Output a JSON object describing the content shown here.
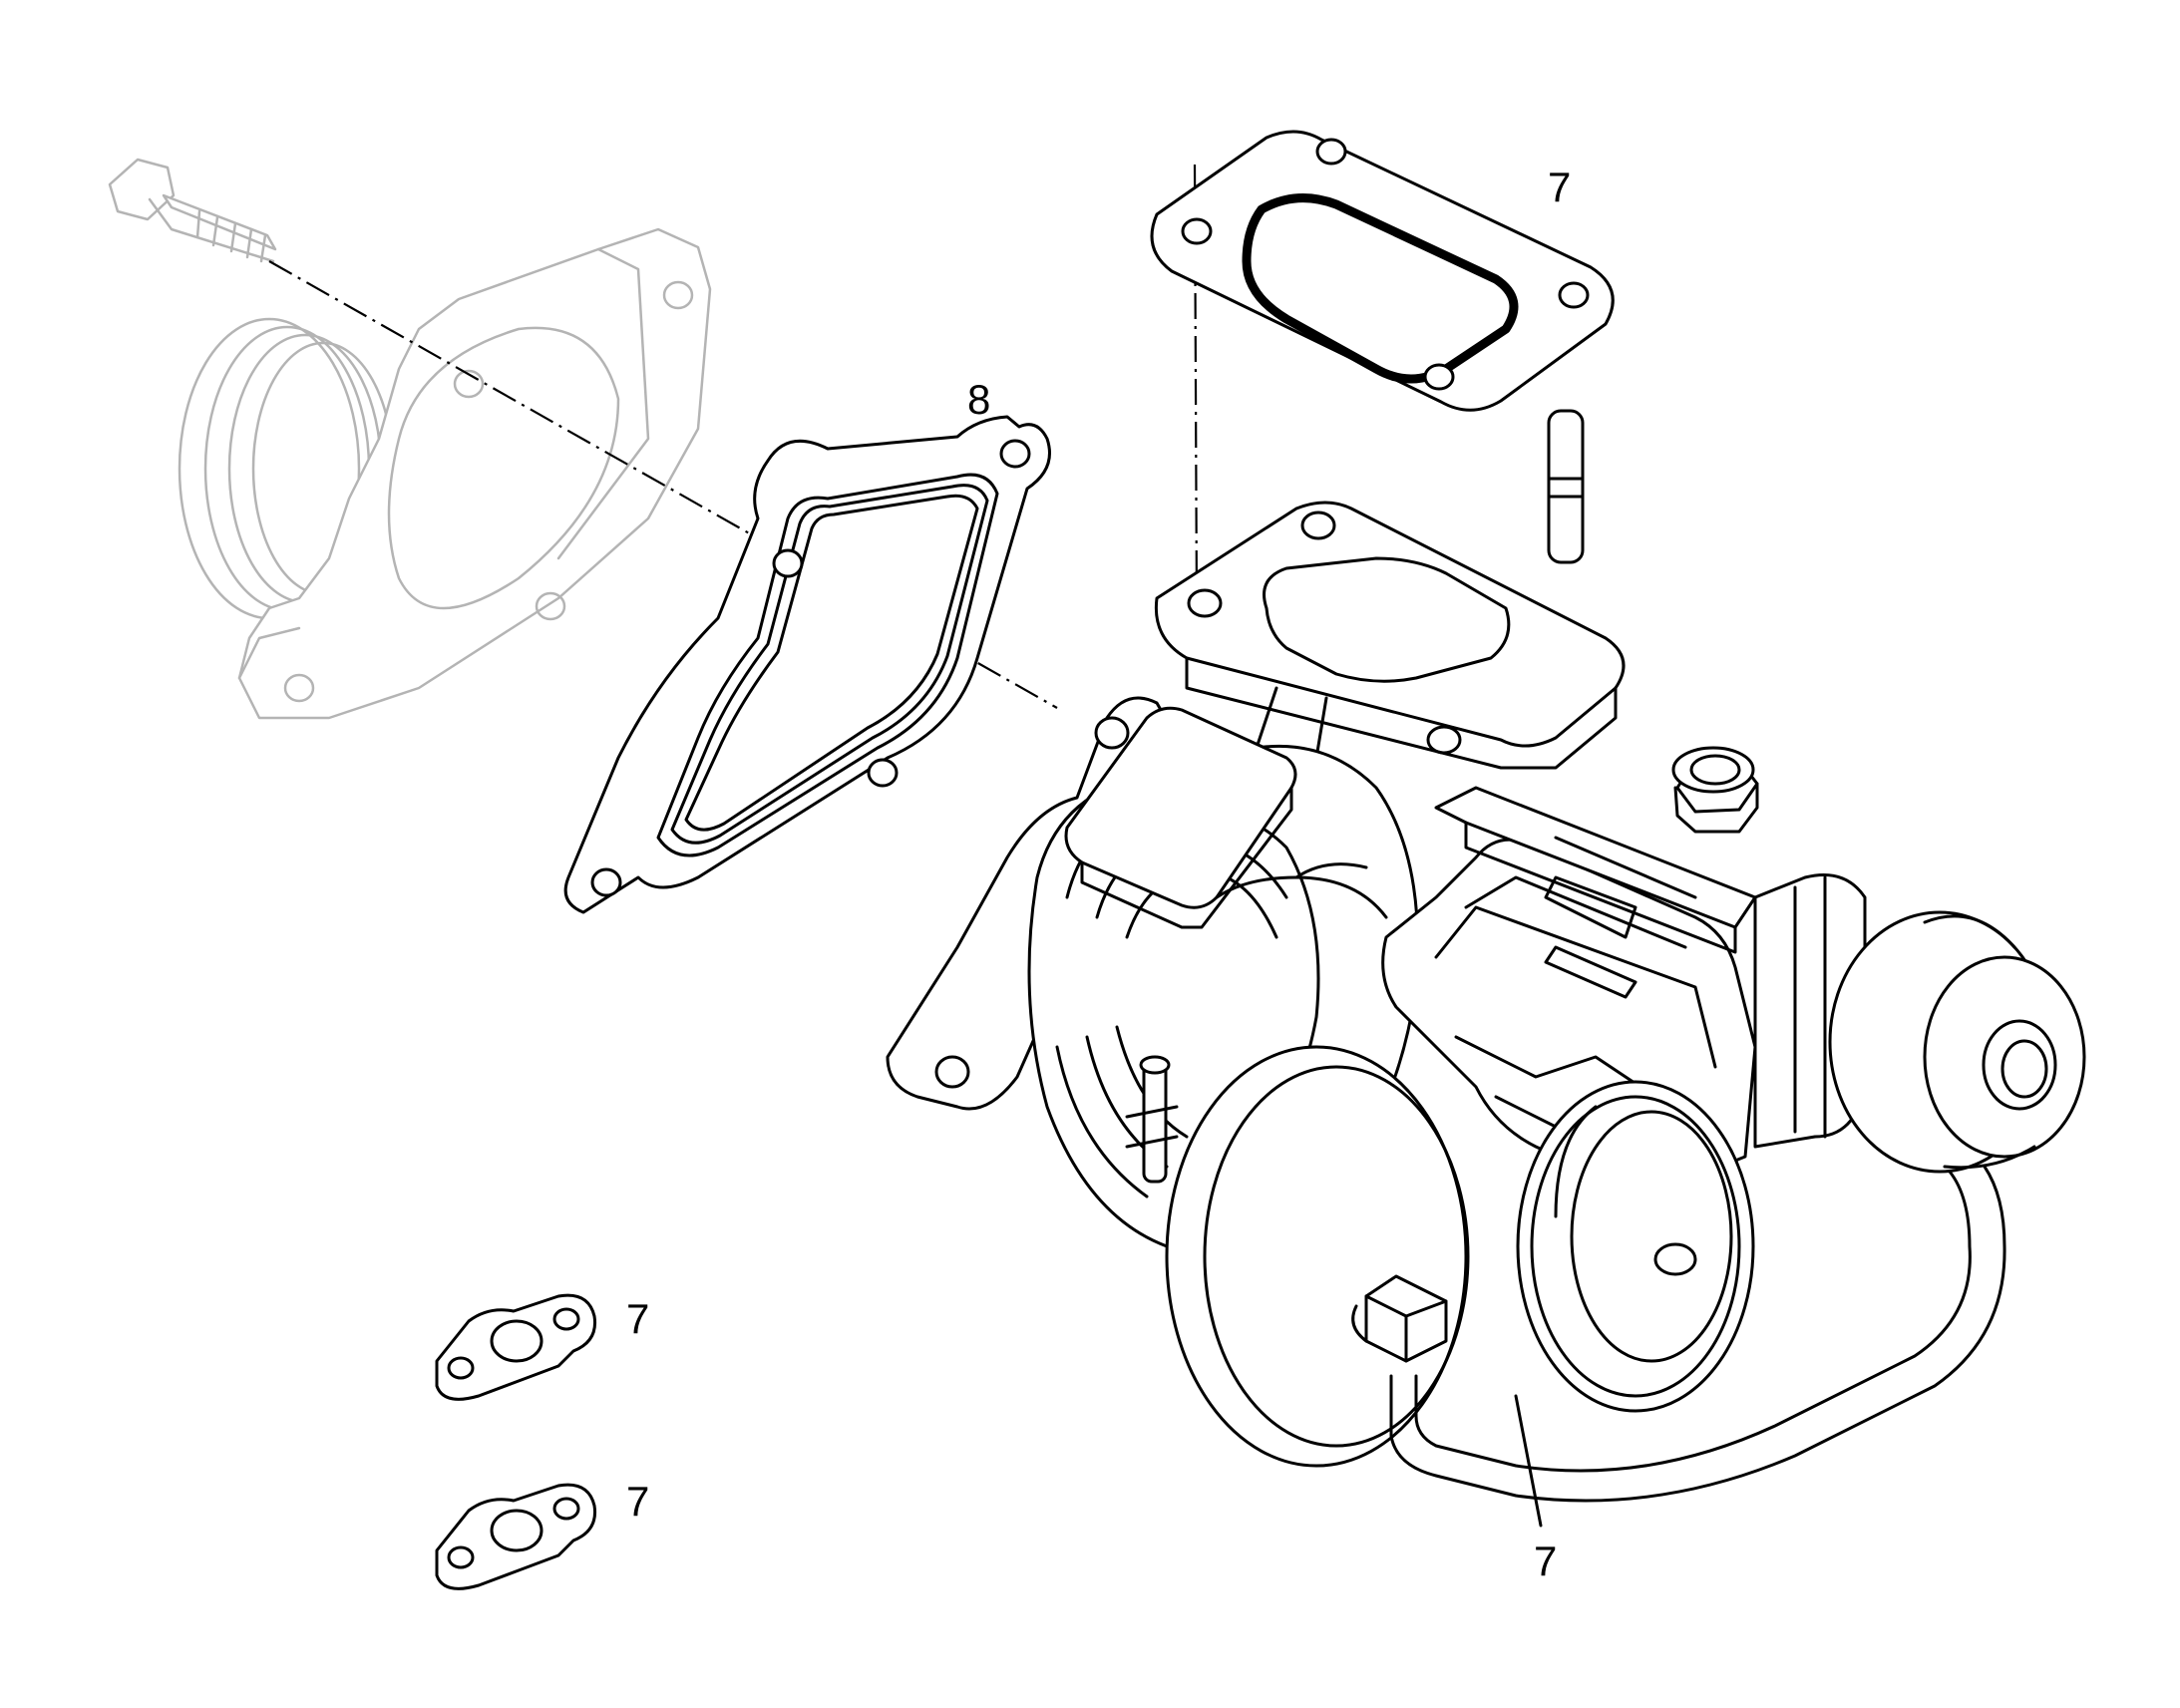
{
  "callouts": [
    {
      "id": "top-gasket",
      "text": "7"
    },
    {
      "id": "compressor-gasket",
      "text": "8"
    },
    {
      "id": "small-gasket-a",
      "text": "7"
    },
    {
      "id": "small-gasket-b",
      "text": "7"
    },
    {
      "id": "bottom-pipe-gasket",
      "text": "7"
    }
  ],
  "colors": {
    "line": "#000000",
    "ghost": "#b4b4b4",
    "background": "#ffffff"
  }
}
